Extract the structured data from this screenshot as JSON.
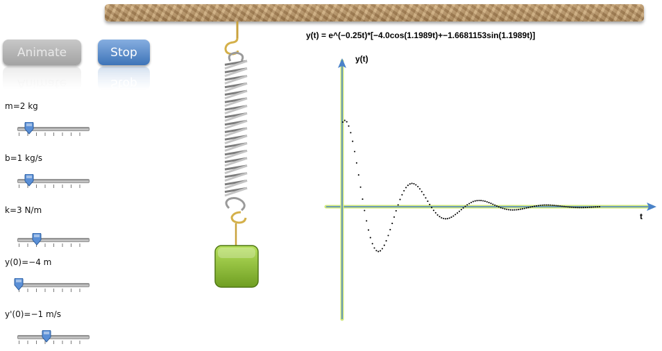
{
  "controls": {
    "animate_label": "Animate",
    "stop_label": "Stop"
  },
  "parameters": [
    {
      "name": "m",
      "label": "m=2 kg",
      "level": 0.15
    },
    {
      "name": "b",
      "label": "b=1 kg/s",
      "level": 0.15
    },
    {
      "name": "k",
      "label": "k=3 N/m",
      "level": 0.26
    },
    {
      "name": "y0",
      "label": "y(0)=−4 m",
      "level": 0.0
    },
    {
      "name": "v0",
      "label": "y'(0)=−1 m/s",
      "level": 0.4
    }
  ],
  "equation": "y(t) = e^(−0.25t)*[−4.0cos(1.1989t)+−1.6681153sin(1.1989t)]",
  "chart_data": {
    "type": "line",
    "xlabel": "t",
    "ylabel": "y(t)",
    "series": [
      {
        "formula": "y(t) = e^(-0.25t)*[-4.0cos(1.1989t)-1.6681153sin(1.1989t)]",
        "parameters": {
          "A": -4.0,
          "B": -1.6681153,
          "decay": 0.25,
          "omega": 1.1989
        },
        "t_range": [
          0,
          20
        ],
        "color": "#000000"
      }
    ],
    "axis_color": "#4a82c8",
    "axis_glow": "#c8e86a",
    "grid": false
  },
  "colors": {
    "hook": "#d4b04a",
    "mass": "#8fc23a",
    "spring": "#8a8a8a",
    "slider_thumb": "#5a8fd6"
  }
}
